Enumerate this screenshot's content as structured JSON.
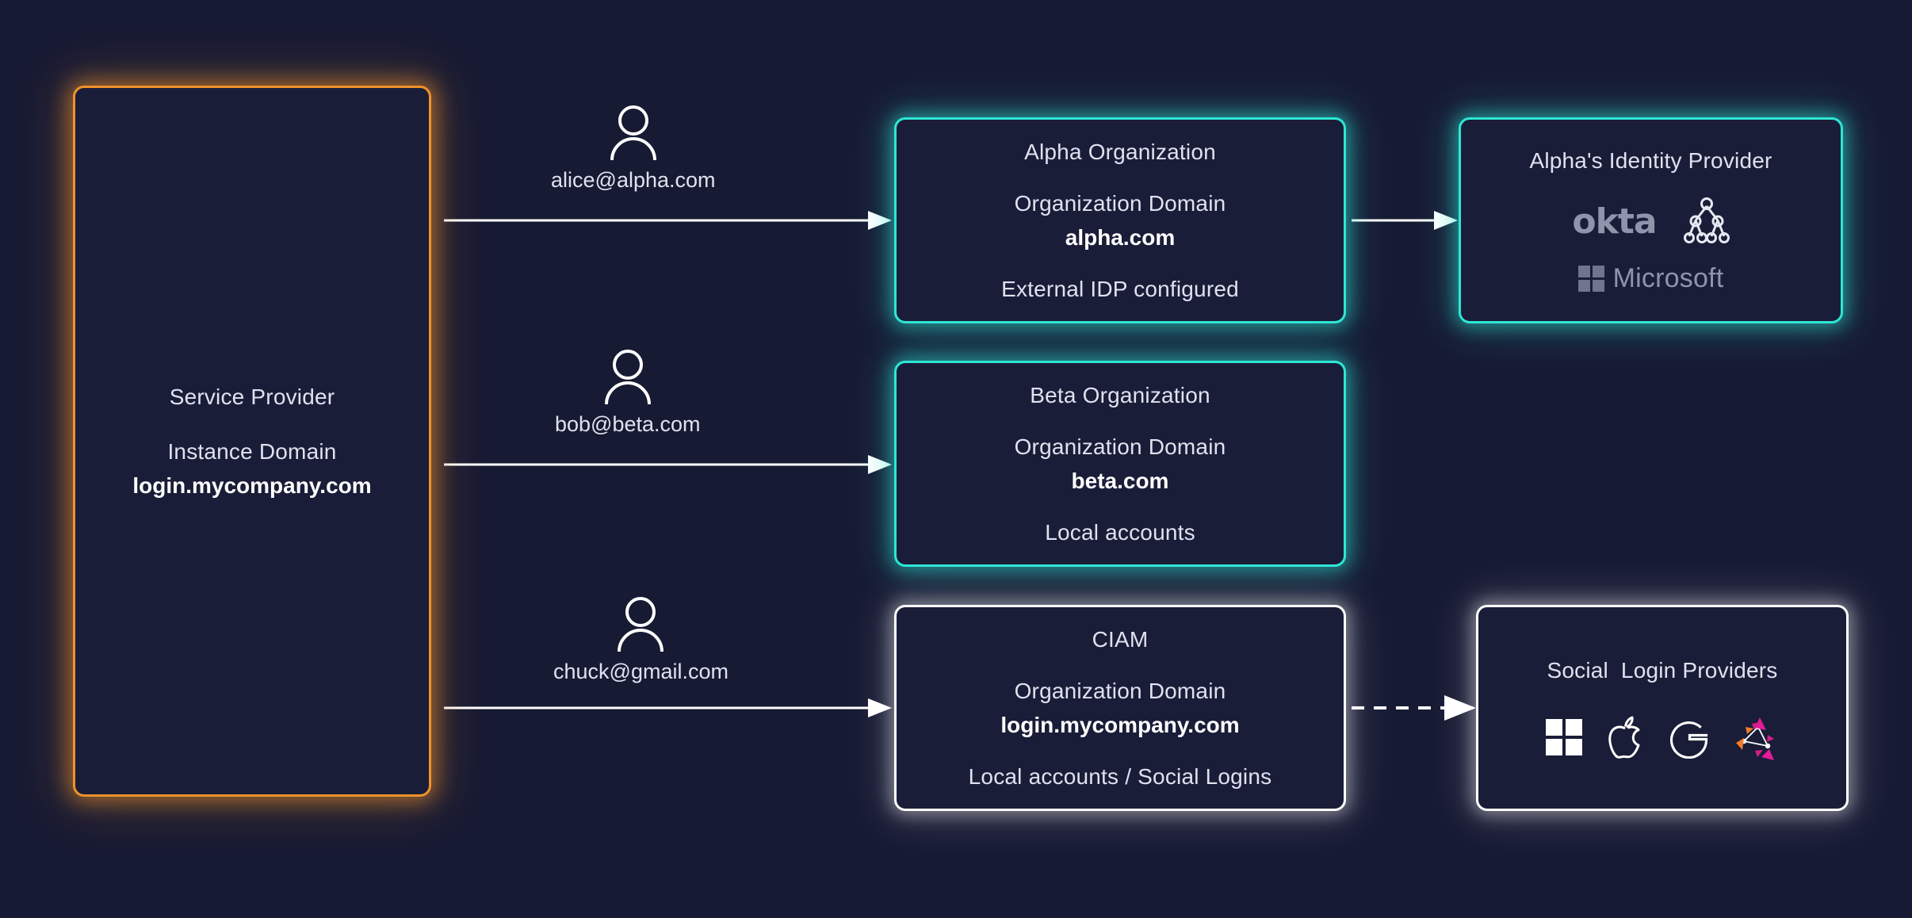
{
  "theme": {
    "background": "#171a33",
    "box_fill": "#1a1d38",
    "accent_orange": "#f0922b",
    "accent_cyan": "#2ee6d6",
    "accent_white": "#ffffff",
    "text_regular": "#dfe2ee",
    "text_bold": "#ffffff",
    "logo_gray": "#8e95ab"
  },
  "service_provider": {
    "title": "Service Provider",
    "domain_label": "Instance Domain",
    "domain_value": "login.mycompany.com",
    "border_color": "#f0922b"
  },
  "users": [
    {
      "icon": "user-icon",
      "email": "alice@alpha.com"
    },
    {
      "icon": "user-icon",
      "email": "bob@beta.com"
    },
    {
      "icon": "user-icon",
      "email": "chuck@gmail.com"
    }
  ],
  "organizations": [
    {
      "name": "Alpha Organization",
      "domain_label": "Organization Domain",
      "domain_value": "alpha.com",
      "accounts": "External IDP configured",
      "border_color": "#2ee6d6"
    },
    {
      "name": "Beta Organization",
      "domain_label": "Organization Domain",
      "domain_value": "beta.com",
      "accounts": "Local accounts",
      "border_color": "#2ee6d6"
    },
    {
      "name": "CIAM",
      "domain_label": "Organization Domain",
      "domain_value": "login.mycompany.com",
      "accounts": "Local accounts / Social Logins",
      "border_color": "#ffffff"
    }
  ],
  "identity_provider": {
    "title": "Alpha's Identity Provider",
    "border_color": "#2ee6d6",
    "logos": [
      {
        "name": "okta-logo",
        "label": "okta"
      },
      {
        "name": "ldap-tree-icon",
        "label": ""
      },
      {
        "name": "microsoft-logo",
        "label": "Microsoft"
      }
    ]
  },
  "social_providers": {
    "title": "Social  Login Providers",
    "border_color": "#ffffff",
    "logos": [
      {
        "name": "windows-logo",
        "label": "Windows"
      },
      {
        "name": "apple-logo",
        "label": "Apple"
      },
      {
        "name": "google-logo",
        "label": "Google"
      },
      {
        "name": "network-logo",
        "label": "Network"
      }
    ]
  },
  "connections": [
    {
      "from": "service-provider",
      "to": "alpha-organization",
      "style": "solid"
    },
    {
      "from": "service-provider",
      "to": "beta-organization",
      "style": "solid"
    },
    {
      "from": "service-provider",
      "to": "ciam-organization",
      "style": "solid"
    },
    {
      "from": "alpha-organization",
      "to": "alpha-identity-provider",
      "style": "solid"
    },
    {
      "from": "ciam-organization",
      "to": "social-login-providers",
      "style": "dashed"
    }
  ]
}
